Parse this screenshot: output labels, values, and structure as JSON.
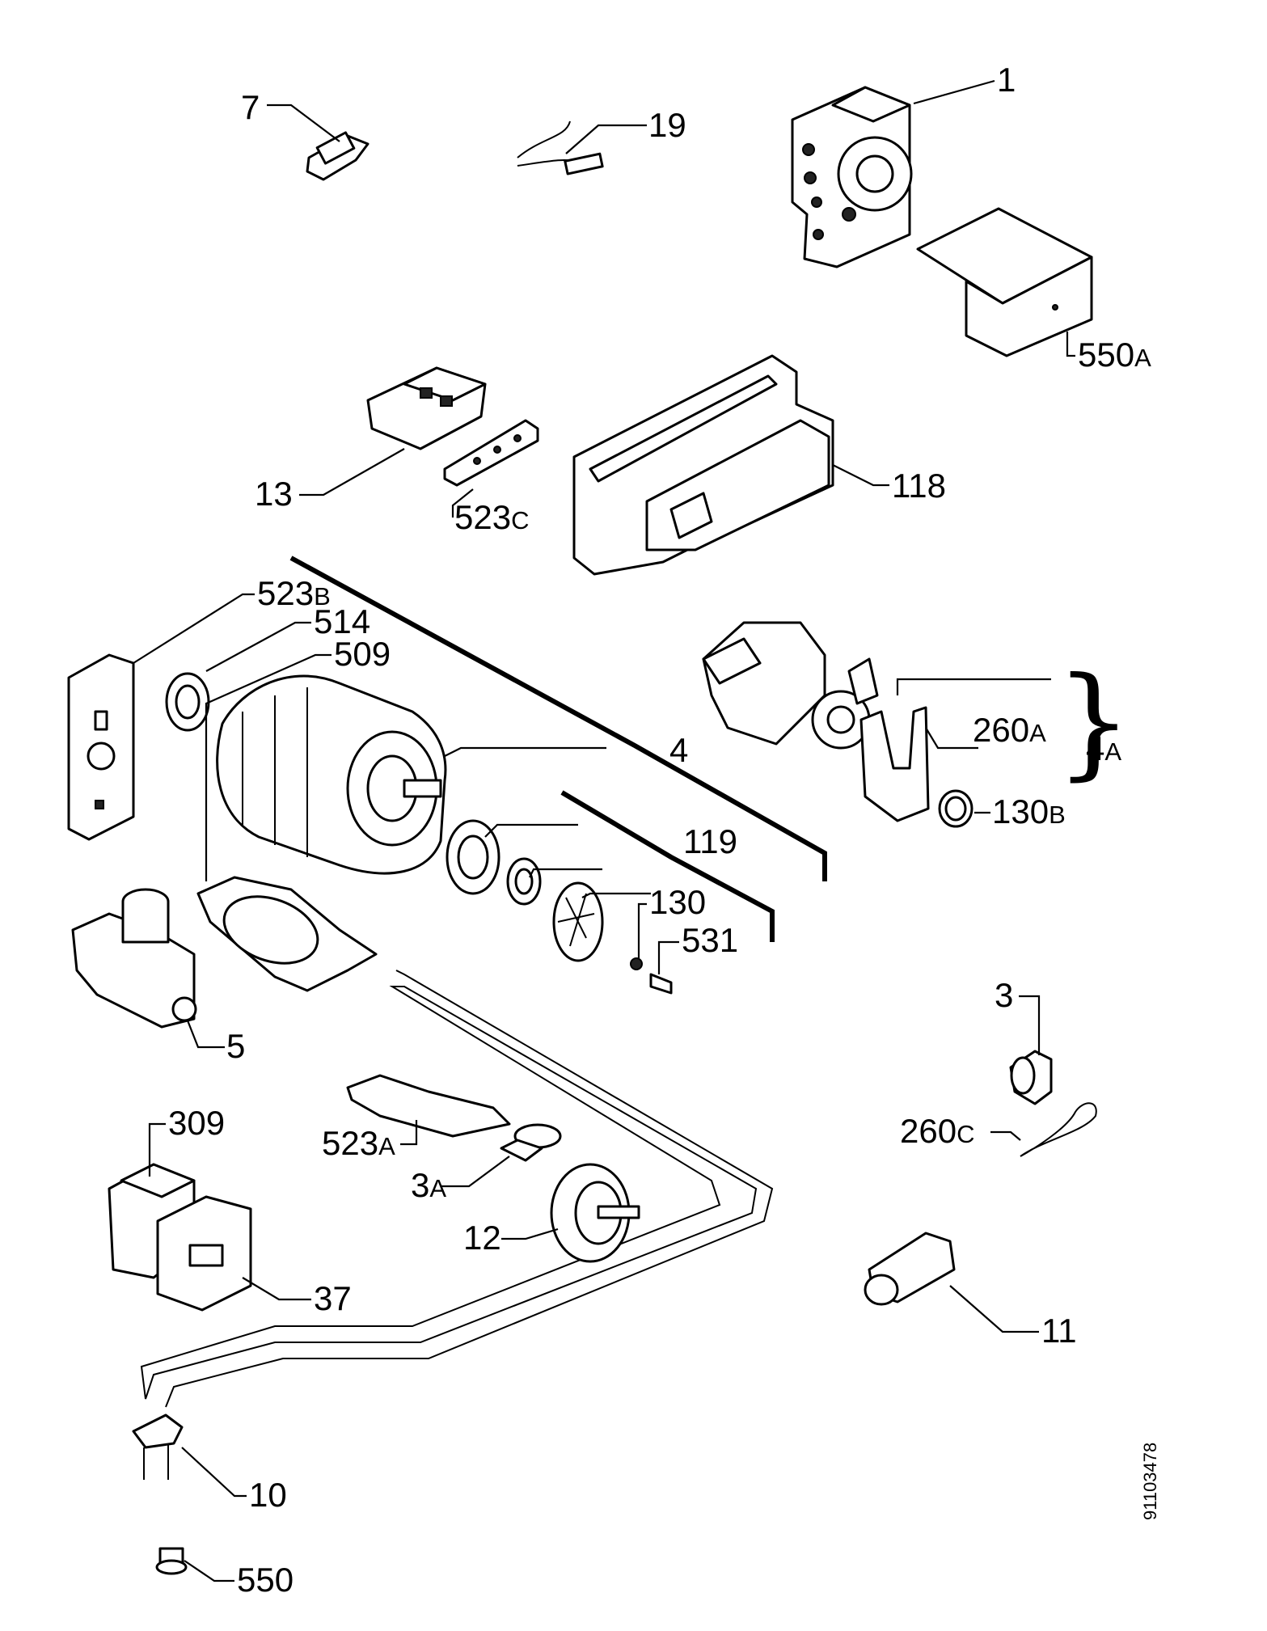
{
  "callouts": [
    {
      "id": "p7",
      "num": "7",
      "sfx": ""
    },
    {
      "id": "p19",
      "num": "19",
      "sfx": ""
    },
    {
      "id": "p1",
      "num": "1",
      "sfx": ""
    },
    {
      "id": "p550a",
      "num": "550",
      "sfx": "A"
    },
    {
      "id": "p13",
      "num": "13",
      "sfx": ""
    },
    {
      "id": "p523c",
      "num": "523",
      "sfx": "C"
    },
    {
      "id": "p118",
      "num": "118",
      "sfx": ""
    },
    {
      "id": "p523b",
      "num": "523",
      "sfx": "B"
    },
    {
      "id": "p514",
      "num": "514",
      "sfx": ""
    },
    {
      "id": "p509",
      "num": "509",
      "sfx": ""
    },
    {
      "id": "p4",
      "num": "4",
      "sfx": ""
    },
    {
      "id": "p260a",
      "num": "260",
      "sfx": "A"
    },
    {
      "id": "p4a",
      "num": "4",
      "sfx": "A"
    },
    {
      "id": "p130b",
      "num": "130",
      "sfx": "B"
    },
    {
      "id": "p119",
      "num": "119",
      "sfx": ""
    },
    {
      "id": "p130",
      "num": "130",
      "sfx": ""
    },
    {
      "id": "p531",
      "num": "531",
      "sfx": ""
    },
    {
      "id": "p5",
      "num": "5",
      "sfx": ""
    },
    {
      "id": "p3",
      "num": "3",
      "sfx": ""
    },
    {
      "id": "p260c",
      "num": "260",
      "sfx": "C"
    },
    {
      "id": "p309",
      "num": "309",
      "sfx": ""
    },
    {
      "id": "p523a",
      "num": "523",
      "sfx": "A"
    },
    {
      "id": "p3a",
      "num": "3",
      "sfx": "A"
    },
    {
      "id": "p12",
      "num": "12",
      "sfx": ""
    },
    {
      "id": "p37",
      "num": "37",
      "sfx": ""
    },
    {
      "id": "p11",
      "num": "11",
      "sfx": ""
    },
    {
      "id": "p10",
      "num": "10",
      "sfx": ""
    },
    {
      "id": "p550",
      "num": "550",
      "sfx": ""
    }
  ],
  "document_id": "91103478"
}
